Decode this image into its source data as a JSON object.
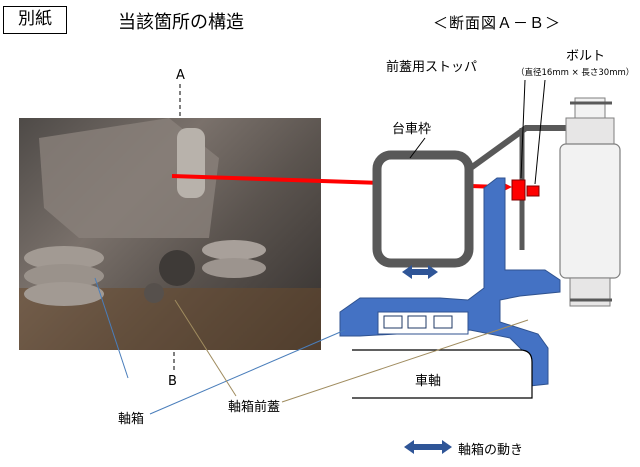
{
  "header": {
    "tag": "別紙",
    "title": "当該箇所の構造",
    "section_title": "＜断面図Ａ－Ｂ＞"
  },
  "photo_labels": {
    "a": "A",
    "b": "B"
  },
  "labels": {
    "front_cover_stopper": "前蓋用ストッパ",
    "bolt": "ボルト",
    "bolt_spec": "（直径16mm × 長さ30mm）",
    "bogie_frame": "台車枠",
    "axle": "車軸",
    "axle_box": "軸箱",
    "axle_box_front_cover": "軸箱前蓋"
  },
  "legend": {
    "movement": "軸箱の動き"
  },
  "colors": {
    "axle_box_blue": "#4472c4",
    "stopper_red": "#ff0000",
    "frame_gray": "#7f7f7f"
  }
}
